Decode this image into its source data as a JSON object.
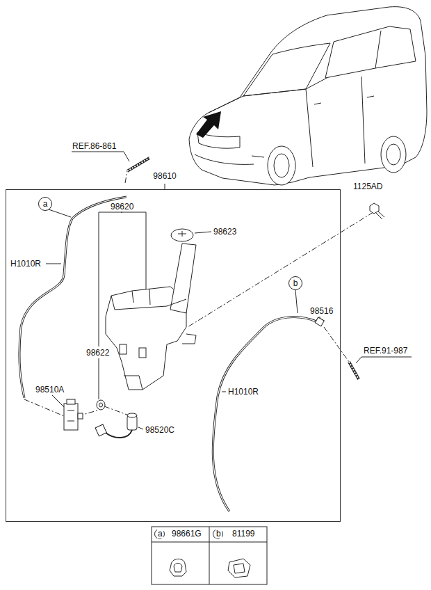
{
  "diagram": {
    "nodes": [
      {
        "text": [
          "98610"
        ]
      },
      {
        "text": [
          "a"
        ],
        "in": 0
      },
      {
        "text": [
          "b"
        ],
        "in": 0
      }
    ],
    "labels": [
      "REF.86-861",
      "1125AD",
      "98623",
      "98620",
      "H1010R",
      "98622",
      "98516",
      "REF.91-987",
      "98510A",
      "H1010R",
      "98520C",
      "a",
      "98661G",
      "b",
      "81199"
    ]
  }
}
